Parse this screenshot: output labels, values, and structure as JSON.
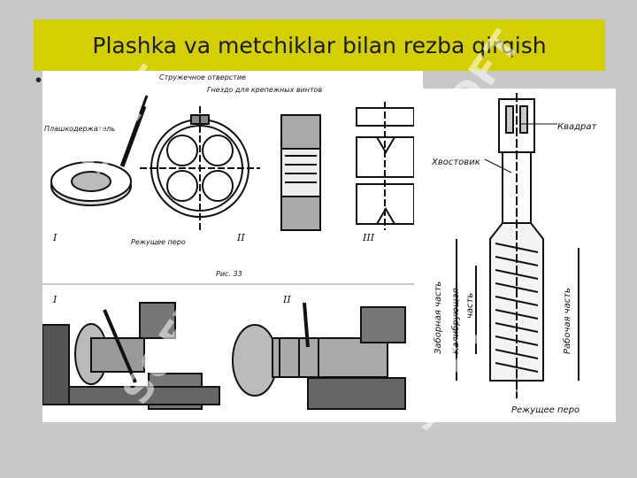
{
  "slide": {
    "title": "Plashka va metchiklar bilan rezba qirqish",
    "bullet": "•"
  },
  "figure_top": {
    "labels": {
      "die_holder": "Плашкодержатель",
      "chip_hole": "Стружечное отверстие",
      "screw_socket": "Гнездо для крепежных винтов",
      "cutting_edge": "Режущее перо"
    },
    "numerals": [
      "I",
      "II",
      "III"
    ],
    "caption": "Рис. 33"
  },
  "figure_bottom": {
    "numerals": [
      "I",
      "II"
    ]
  },
  "figure_tap": {
    "labels": {
      "square": "Квадрат",
      "shank": "Хвостовик",
      "intake_part": "Заборная часть",
      "calibrating": "Калибрующая",
      "part": "часть",
      "working_part": "Рабочая часть",
      "cutting_edge": "Режущее перо"
    }
  },
  "watermark": {
    "text": "SOFT",
    "color": "#ffffff"
  },
  "colors": {
    "background": "#c8c8c8",
    "title_bar": "#d4d000"
  }
}
